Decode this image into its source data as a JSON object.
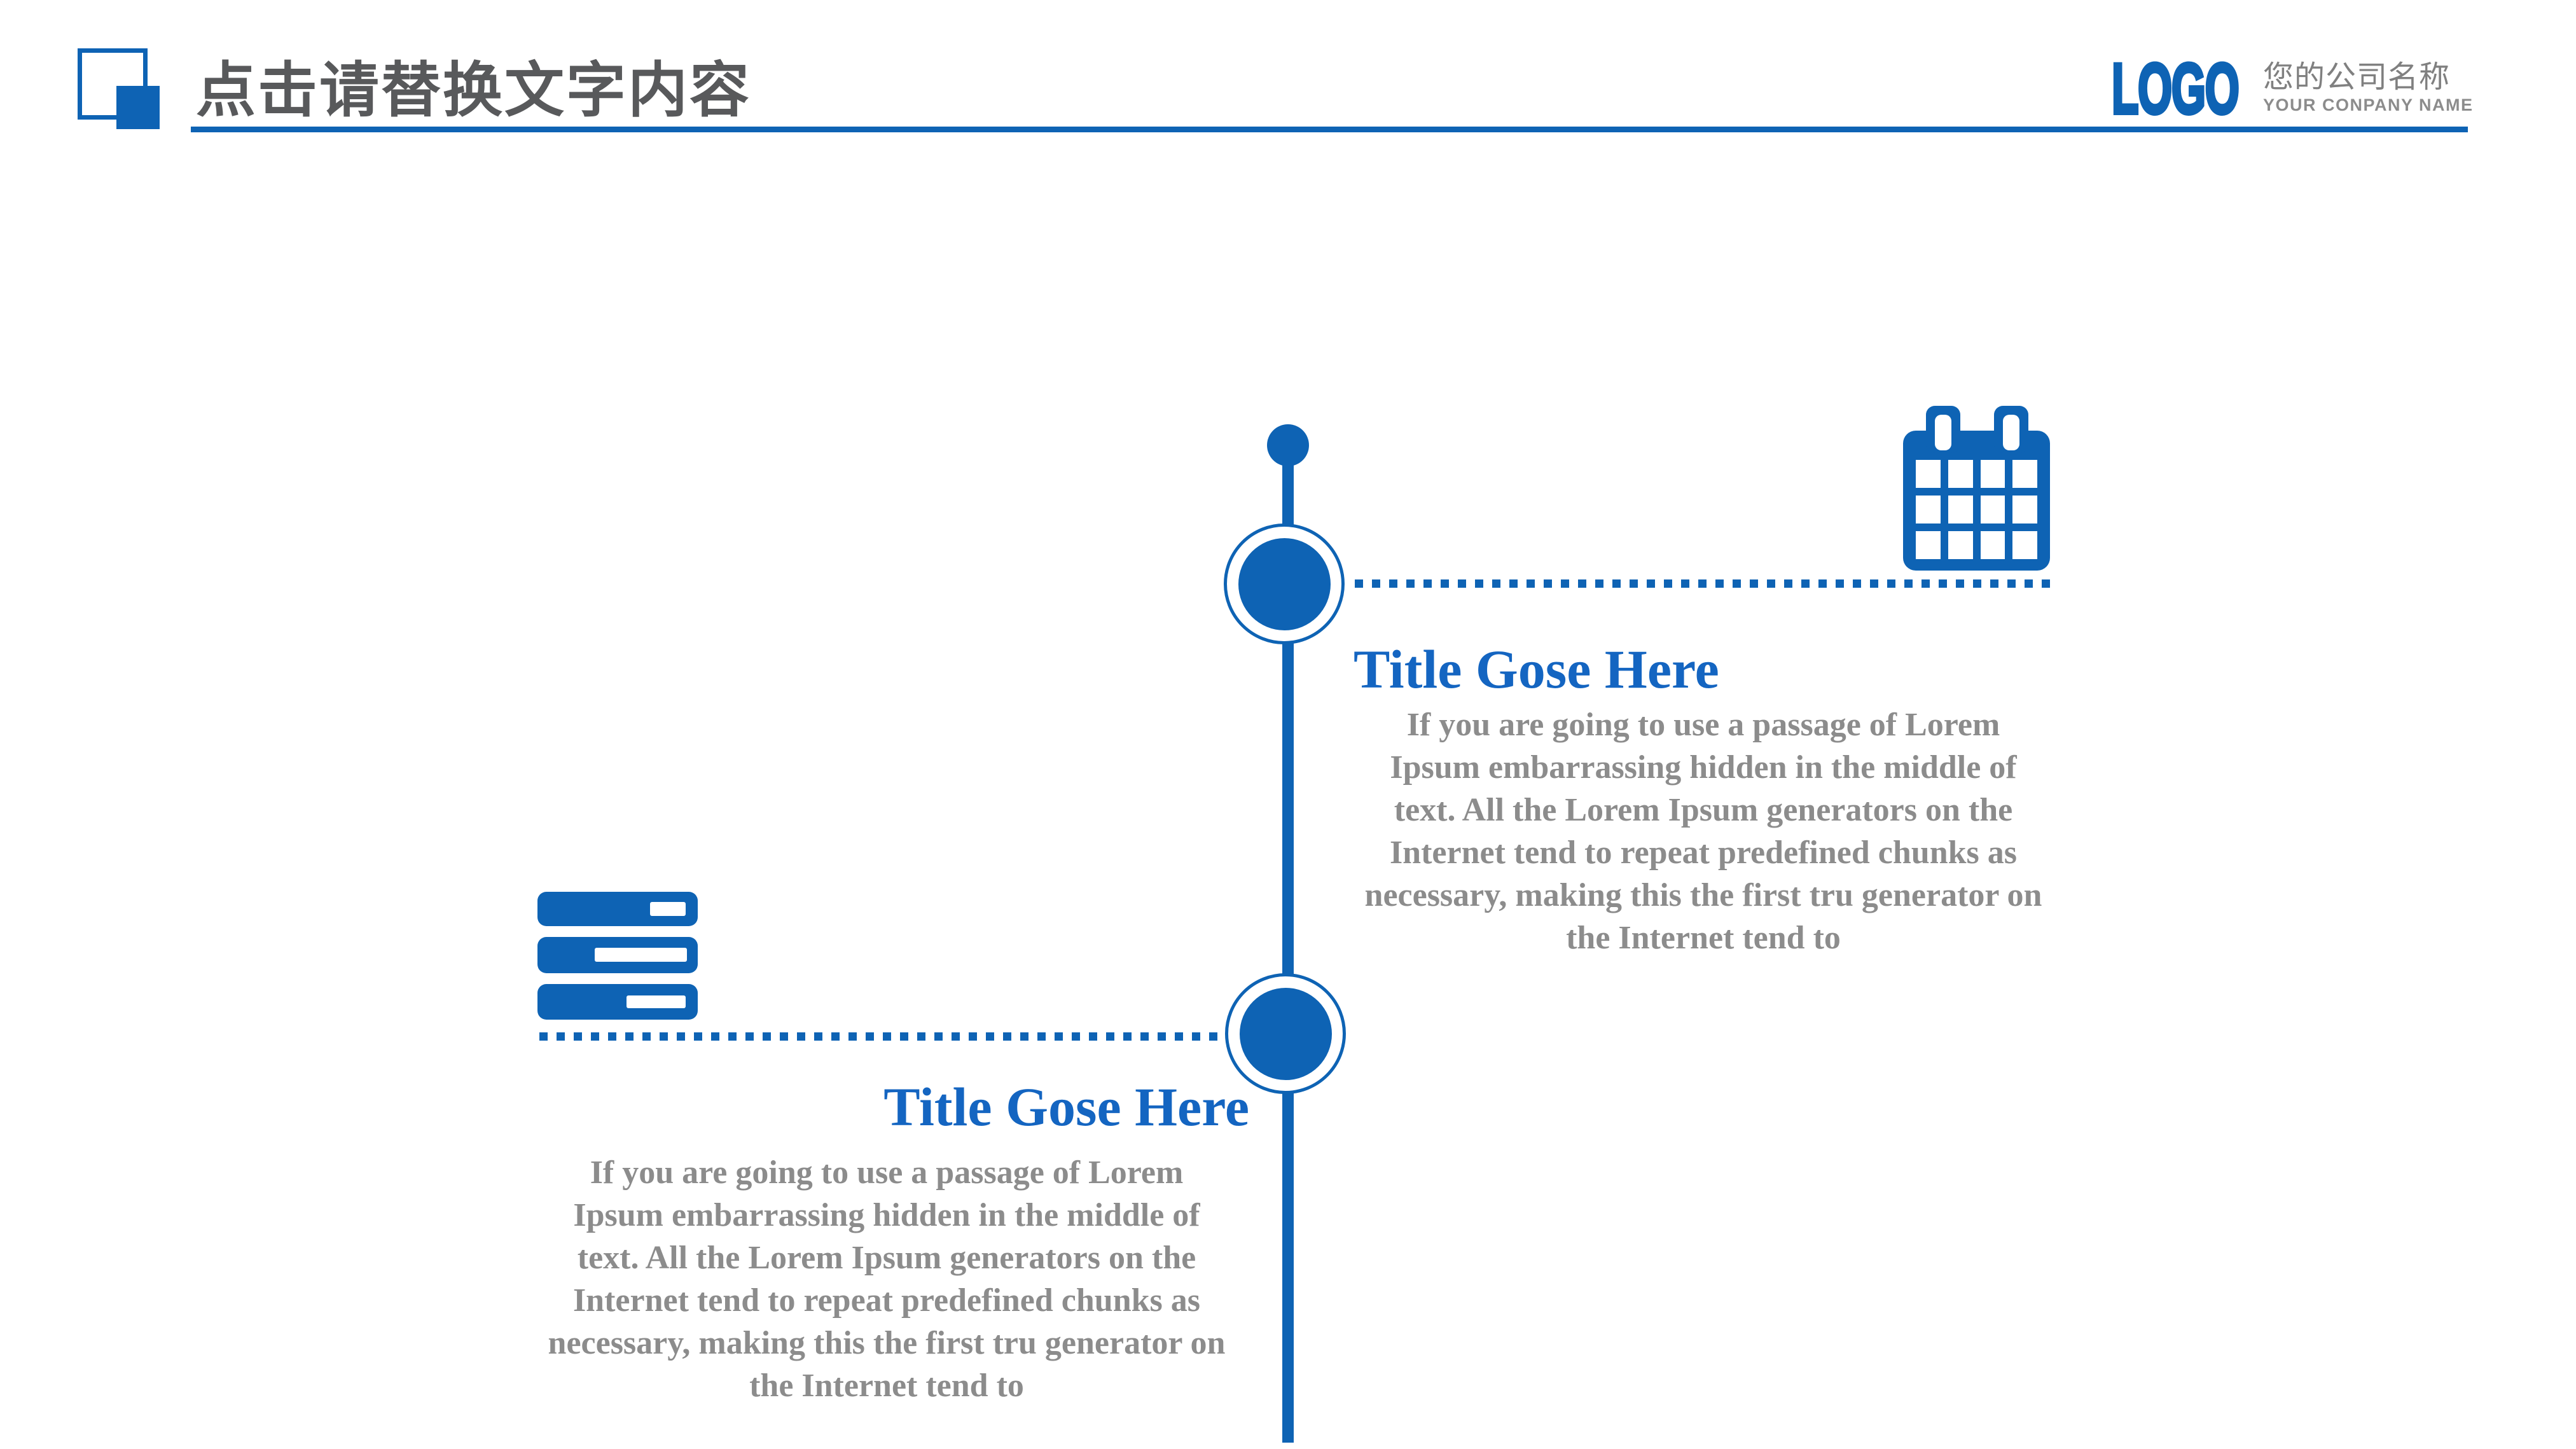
{
  "colors": {
    "accent": "#0E63B4",
    "title_blue": "#1465C1",
    "header_text": "#58595B",
    "body_gray": "#8C8C8C",
    "company_cn": "#808080",
    "company_en": "#8C8C8C",
    "bg": "#FFFFFF"
  },
  "header": {
    "title": "点击请替换文字内容",
    "logo_text": "LOGO",
    "company_cn": "您的公司名称",
    "company_en": "YOUR CONPANY NAME"
  },
  "timeline": {
    "items": [
      {
        "icon": "calendar-icon",
        "title": "Title Gose Here",
        "body_lines": [
          "If you are going to use a passage of Lorem",
          "Ipsum embarrassing hidden in the middle of",
          "text. All the Lorem Ipsum generators on the",
          "Internet tend to repeat predefined chunks as",
          "necessary, making this the first tru generator on",
          "the Internet tend to"
        ]
      },
      {
        "icon": "server-icon",
        "title": "Title Gose Here",
        "body_lines": [
          "If you are going to use a passage of Lorem",
          "Ipsum embarrassing hidden in the middle of",
          "text. All the Lorem Ipsum generators on the",
          "Internet tend to repeat predefined chunks as",
          "necessary, making this the first tru generator on",
          "the Internet tend to"
        ]
      }
    ]
  }
}
